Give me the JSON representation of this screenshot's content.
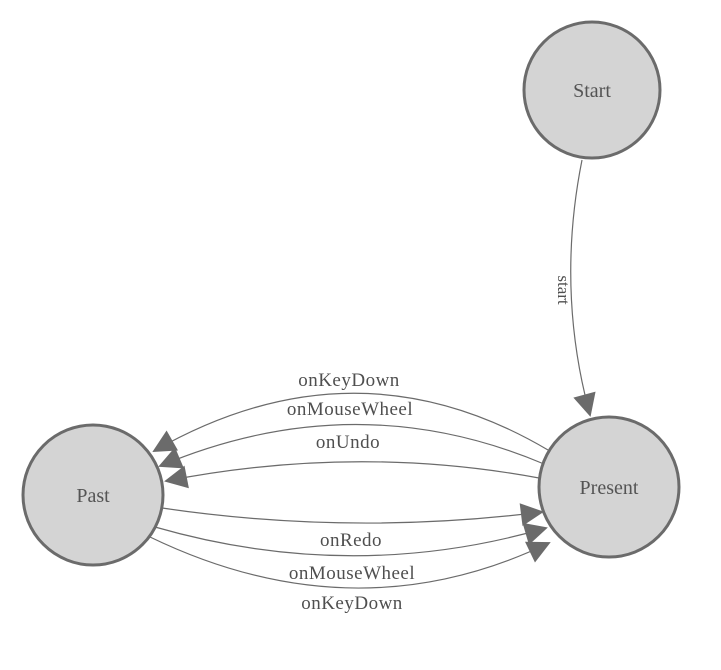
{
  "diagram": {
    "type": "state-machine",
    "background": "#ffffff",
    "colors": {
      "node_fill": "#d4d4d4",
      "node_border": "#6b6b6b",
      "edge_line": "#6b6b6b",
      "arrowhead": "#6b6b6b",
      "label_text": "#4f4f4f"
    },
    "nodes": [
      {
        "id": "start",
        "label": "Start"
      },
      {
        "id": "past",
        "label": "Past"
      },
      {
        "id": "present",
        "label": "Present"
      }
    ],
    "edges": [
      {
        "from": "start",
        "to": "present",
        "label": "start",
        "label_rotation": 90
      },
      {
        "from": "present",
        "to": "past",
        "label": "onKeyDown"
      },
      {
        "from": "present",
        "to": "past",
        "label": "onMouseWheel"
      },
      {
        "from": "present",
        "to": "past",
        "label": "onUndo"
      },
      {
        "from": "past",
        "to": "present",
        "label": "onRedo"
      },
      {
        "from": "past",
        "to": "present",
        "label": "onMouseWheel"
      },
      {
        "from": "past",
        "to": "present",
        "label": "onKeyDown"
      }
    ]
  }
}
